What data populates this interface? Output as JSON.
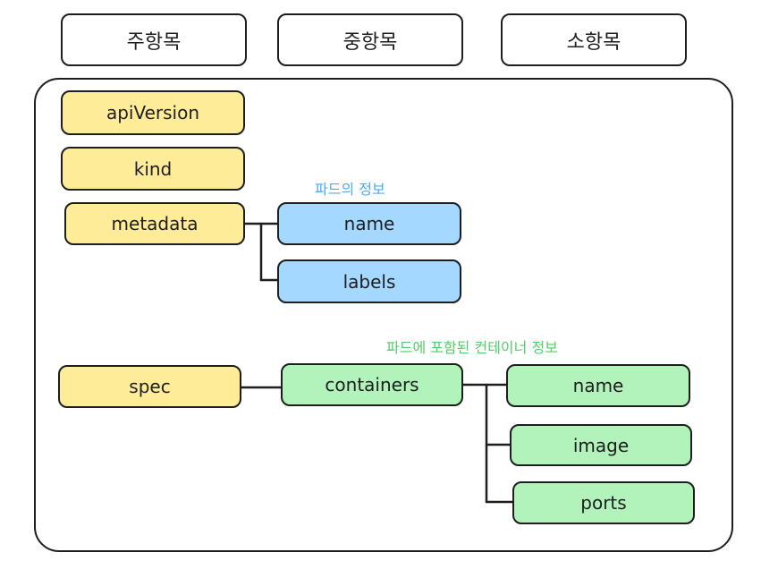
{
  "headers": [
    "주항목",
    "중항목",
    "소항목"
  ],
  "top_level": {
    "apiVersion": "apiVersion",
    "kind": "kind",
    "metadata": "metadata",
    "spec": "spec"
  },
  "metadata_children": {
    "note": "파드의 정보",
    "name": "name",
    "labels": "labels"
  },
  "spec_children": {
    "note": "파드에 포함된 컨테이너 정보",
    "containers": "containers"
  },
  "container_children": {
    "name": "name",
    "image": "image",
    "ports": "ports"
  },
  "colors": {
    "top_level": "#ffec99",
    "metadata_children": "#a5d8ff",
    "spec_children": "#b2f2bb",
    "note_blue": "#4dabf7",
    "note_green": "#51cf66"
  }
}
